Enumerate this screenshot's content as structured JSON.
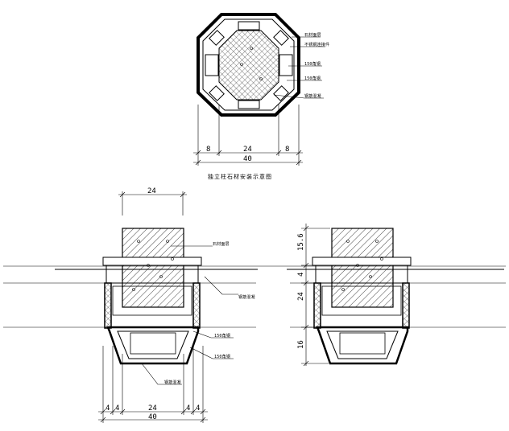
{
  "top_view": {
    "caption": "独立柱石材安装示意图",
    "labels": [
      "石材面层",
      "不锈钢连接件",
      "150角钢",
      "150角钢",
      "钢筋混凝"
    ],
    "dims": {
      "left": "8",
      "middle": "24",
      "right": "8",
      "total": "40"
    }
  },
  "section_left": {
    "top_dim": "24",
    "labels": [
      "石材面层",
      "钢筋混凝",
      "150角钢",
      "150角钢",
      "钢筋混凝"
    ],
    "bottom_dims": [
      "4",
      "4",
      "24",
      "4",
      "4"
    ],
    "total": "40"
  },
  "section_right": {
    "dims": [
      "15.6",
      "4",
      "24",
      "16"
    ]
  },
  "colors": {
    "line": "#000000",
    "background": "#ffffff"
  }
}
